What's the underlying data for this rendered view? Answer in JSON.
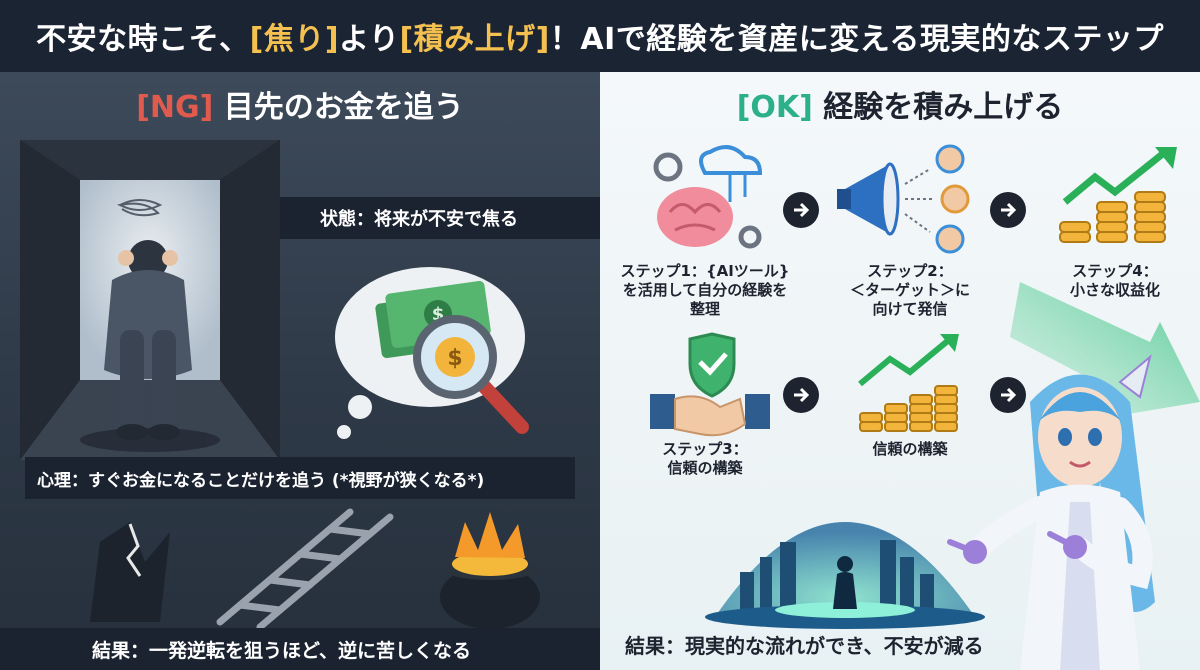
{
  "header": {
    "part1": "不安な時こそ、",
    "hl1": "[焦り]",
    "part2": "より",
    "hl2": "[積み上げ]",
    "part3": "！AIで経験を資産に変える現実的なステップ"
  },
  "left": {
    "tag": "[NG]",
    "title": " 目先のお金を追う",
    "state": "状態：将来が不安で焦る",
    "psychology": "心理：すぐお金になることだけを追う (*視野が狭くなる*)",
    "result": "結果：一発逆転を狙うほど、逆に苦しくなる"
  },
  "right": {
    "tag": "[OK]",
    "title": " 経験を積み上げる",
    "step1": [
      "ステップ1：{AIツール}",
      "を活用して自分の経験を",
      "整理"
    ],
    "step2": [
      "ステップ2：",
      "＜ターゲット＞に",
      "向けて発信"
    ],
    "step3": [
      "ステップ3：",
      "信頼の構築"
    ],
    "step3_caption": "信頼の構築",
    "step4": [
      "ステップ4：",
      "小さな収益化"
    ],
    "result": "結果：現実的な流れができ、不安が減る"
  },
  "colors": {
    "highlight": "#f4c050",
    "ng": "#e05a4e",
    "ok": "#2bb08a",
    "dark_bar": "#1b2230"
  },
  "icons": [
    "brain-gear-icon",
    "megaphone-icon",
    "coins-growth-icon",
    "handshake-shield-icon",
    "coins-chart-icon",
    "arrow-right-icon"
  ]
}
